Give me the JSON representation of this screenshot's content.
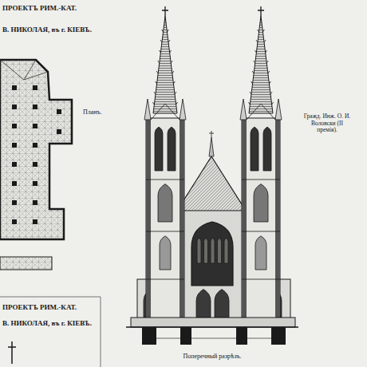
{
  "diagram": {
    "labels": [
      "ПРОЕКТЪ РИМ.-КАТ.",
      "В. НИКОЛАЯ, въ г. КІЕВЪ.",
      "Планъ.",
      "Гражд. Инж. О. И. Воловски (II премія).",
      "Поперечный разрѣзъ.",
      "ПРОЕКТЪ РИМ.-КАТ.",
      "В. НИКОЛАЯ, въ г. КІЕВЪ."
    ]
  }
}
